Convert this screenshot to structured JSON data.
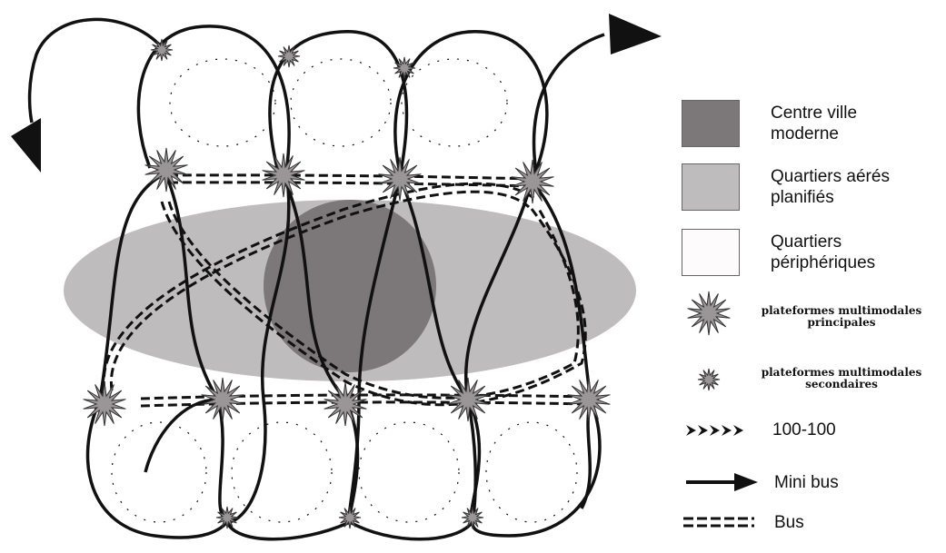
{
  "colors": {
    "centre": "#7c7778",
    "quartiers_aeres": "#bebcbc",
    "peripheriques": "#fdfbfb",
    "platform_fill": "#9a9697",
    "line": "#111111"
  },
  "legend": {
    "centre_ville": "Centre ville moderne",
    "quartiers_aeres": "Quartiers aérés planifiés",
    "quartiers_peripheriques": "Quartiers périphériques",
    "plateformes_principales": "plateformes multimodales principales",
    "plateformes_secondaires": "plateformes multimodales secondaires",
    "route_100": "100-100",
    "mini_bus": "Mini bus",
    "bus": "Bus"
  },
  "icons": [
    "star-platform-icon",
    "arrow-chevrons-icon",
    "arrow-right-icon",
    "double-dash-icon"
  ]
}
